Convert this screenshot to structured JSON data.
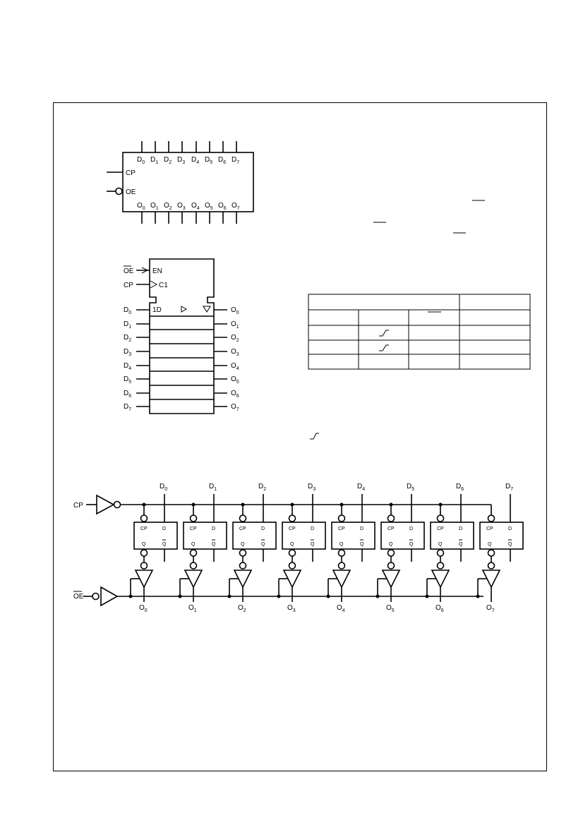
{
  "logic_symbol": {
    "inputs": [
      "D",
      "D",
      "D",
      "D",
      "D",
      "D",
      "D",
      "D"
    ],
    "outputs": [
      "O",
      "O",
      "O",
      "O",
      "O",
      "O",
      "O",
      "O"
    ],
    "subscripts": [
      "0",
      "1",
      "2",
      "3",
      "4",
      "5",
      "6",
      "7"
    ],
    "cp_label": "CP",
    "oe_label": "OE"
  },
  "iec_symbol": {
    "oe_label": "OE",
    "cp_label": "CP",
    "en_label": "EN",
    "c1_label": "C1",
    "d1_label": "1D",
    "in_prefix": "D",
    "out_prefix": "O",
    "subscripts": [
      "0",
      "1",
      "2",
      "3",
      "4",
      "5",
      "6",
      "7"
    ]
  },
  "logic_diagram": {
    "cp_label": "CP",
    "oe_label": "OE",
    "ff_cp": "CP",
    "ff_d": "D",
    "ff_q": "Q",
    "ff_qbar": "Q",
    "d_prefix": "D",
    "o_prefix": "O",
    "subscripts": [
      "0",
      "1",
      "2",
      "3",
      "4",
      "5",
      "6",
      "7"
    ]
  },
  "truth_table": {
    "rows": 4,
    "columns": 4
  }
}
